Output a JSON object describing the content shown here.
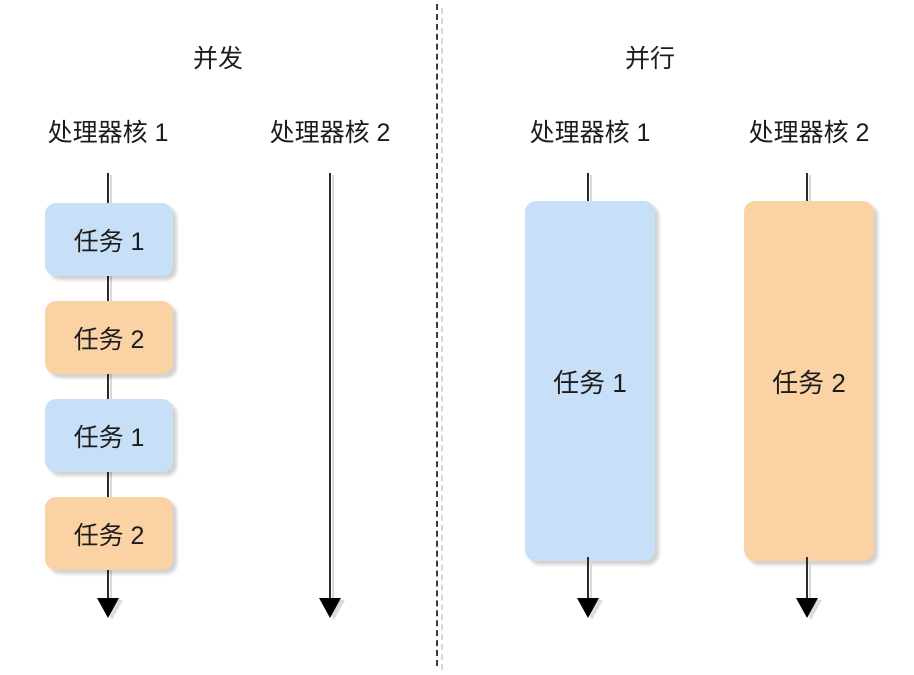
{
  "diagram": {
    "title_left": "并发",
    "title_right": "并行",
    "background_color": "#ffffff",
    "colors": {
      "task1_fill": "#c7e0f8",
      "task2_fill": "#fbd2a4",
      "line": "#2b2b2b",
      "line_highlight": "#d9d9d9",
      "divider": "#3b3b3b",
      "text": "#1c1c1c"
    },
    "panels": [
      {
        "id": "concurrency",
        "title": "并发",
        "lanes": [
          {
            "id": "core-1",
            "label": "处理器核 1",
            "tasks": [
              {
                "label": "任务 1",
                "color": "blue"
              },
              {
                "label": "任务 2",
                "color": "orange"
              },
              {
                "label": "任务 1",
                "color": "blue"
              },
              {
                "label": "任务 2",
                "color": "orange"
              }
            ]
          },
          {
            "id": "core-2",
            "label": "处理器核 2",
            "tasks": []
          }
        ]
      },
      {
        "id": "parallelism",
        "title": "并行",
        "lanes": [
          {
            "id": "core-1",
            "label": "处理器核 1",
            "tasks": [
              {
                "label": "任务 1",
                "color": "blue"
              }
            ]
          },
          {
            "id": "core-2",
            "label": "处理器核 2",
            "tasks": [
              {
                "label": "任务 2",
                "color": "orange"
              }
            ]
          }
        ]
      }
    ]
  }
}
